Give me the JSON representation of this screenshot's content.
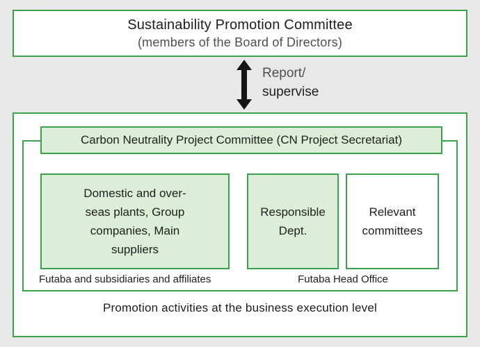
{
  "diagram": {
    "top_box": {
      "title": "Sustainability Promotion Committee",
      "subtitle": "(members of the Board of Directors)"
    },
    "arrow": {
      "label_top": "Report/",
      "label_bottom": "supervise"
    },
    "execution_box": {
      "committee": "Carbon Neutrality Project Committee (CN Project Secretariat)",
      "left_box": "Domestic and over-\nseas plants, Group\ncompanies, Main\nsuppliers",
      "middle_box": "Responsible\nDept.",
      "right_box": "Relevant\ncommittees",
      "left_caption": "Futaba and subsidiaries and affiliates",
      "right_caption": "Futaba Head Office",
      "footer": "Promotion activities at the business execution level"
    },
    "colors": {
      "border_green": "#3aa24c",
      "fill_light_green": "#dcedd8",
      "background": "#e8e8e8"
    }
  }
}
